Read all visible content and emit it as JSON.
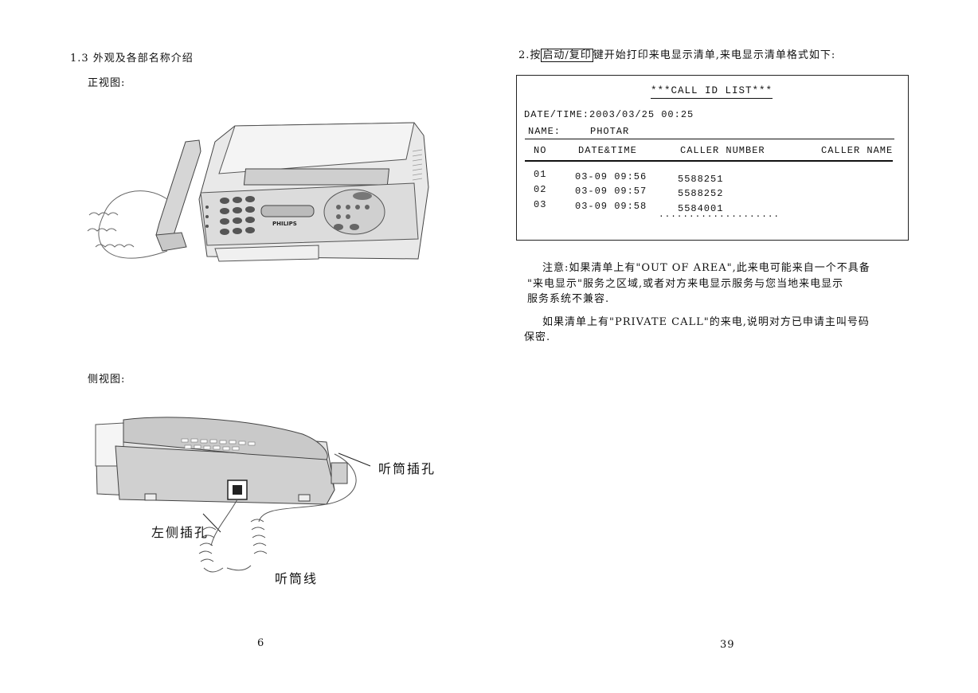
{
  "left_page": {
    "section_title": "1.3 外观及各部名称介绍",
    "front_view_label": "正视图:",
    "front_brand": "PHILIPS",
    "side_view_label": "侧视图:",
    "callouts": {
      "handset_jack": "听筒插孔",
      "left_jack": "左侧插孔",
      "handset_cord": "听筒线"
    },
    "page_number": "6"
  },
  "right_page": {
    "intro_prefix": "2.按",
    "intro_key": "启动/复印",
    "intro_suffix": "键开始打印来电显示清单,来电显示清单格式如下:",
    "call_list": {
      "title": "***CALL ID LIST***",
      "datetime": "DATE/TIME:2003/03/25  00:25",
      "name_label": "NAME:",
      "name_value": "PHOTAR",
      "headers": [
        "NO",
        "DATE&TIME",
        "CALLER NUMBER",
        "CALLER NAME"
      ],
      "rows": [
        {
          "no": "01",
          "datetime": "03-09 09:56",
          "number": "5588251"
        },
        {
          "no": "02",
          "datetime": "03-09 09:57",
          "number": "5588252"
        },
        {
          "no": "03",
          "datetime": "03-09 09:58",
          "number": "5584001"
        }
      ],
      "ellipsis": "...................."
    },
    "note1_line1": "注意:如果清单上有\"OUT OF AREA\",此来电可能来自一个不具备",
    "note1_line2": "\"来电显示\"服务之区域,或者对方来电显示服务与您当地来电显示",
    "note1_line3": "服务系统不兼容.",
    "note2_line1": "如果清单上有\"PRIVATE CALL\"的来电,说明对方已申请主叫号码",
    "note2_line2": "保密.",
    "page_number": "39"
  }
}
